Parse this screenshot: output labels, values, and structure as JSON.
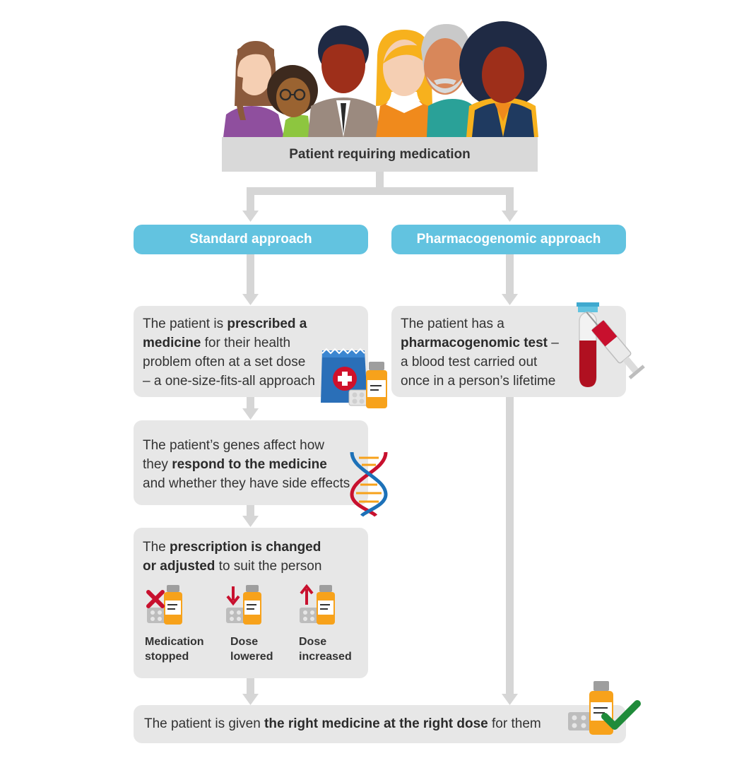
{
  "title": "Patient requiring medication",
  "approaches": {
    "standard": "Standard approach",
    "pharmacogenomic": "Pharmacogenomic approach"
  },
  "standard_steps": {
    "step1": {
      "t1": "The patient is ",
      "b1": "prescribed a",
      "b2": "medicine",
      "t2": " for their health",
      "l3": "problem often at a set dose",
      "l4": "– a one-size-fits-all approach"
    },
    "step2": {
      "l1": "The patient’s genes affect how",
      "t1": "they ",
      "b1": "respond to the medicine",
      "l3": "and whether they have side effects"
    },
    "step3": {
      "t1": "The ",
      "b1": "prescription is changed",
      "b2": "or adjusted",
      "t2": " to suit the person"
    }
  },
  "options": [
    {
      "l1": "Medication",
      "l2": "stopped",
      "icon": "x-mark-icon"
    },
    {
      "l1": "Dose",
      "l2": "lowered",
      "icon": "arrow-down-icon"
    },
    {
      "l1": "Dose",
      "l2": "increased",
      "icon": "arrow-up-icon"
    }
  ],
  "pgx_step": {
    "l1": "The patient has a",
    "b1": "pharmacogenomic test",
    "t1": " –",
    "l3": "a blood test carried out",
    "l4": "once in a person’s lifetime"
  },
  "final": {
    "t1": "The patient is given ",
    "b1": "the right medicine at the right dose",
    "t2": " for them"
  },
  "colors": {
    "connector": "#d6d6d6",
    "pill": "#62c3e0",
    "box": "#e7e7e7",
    "title_bar": "#d9d9d9",
    "bottle": "#f7a21b",
    "red": "#c8102e",
    "green": "#1f8b3a"
  }
}
